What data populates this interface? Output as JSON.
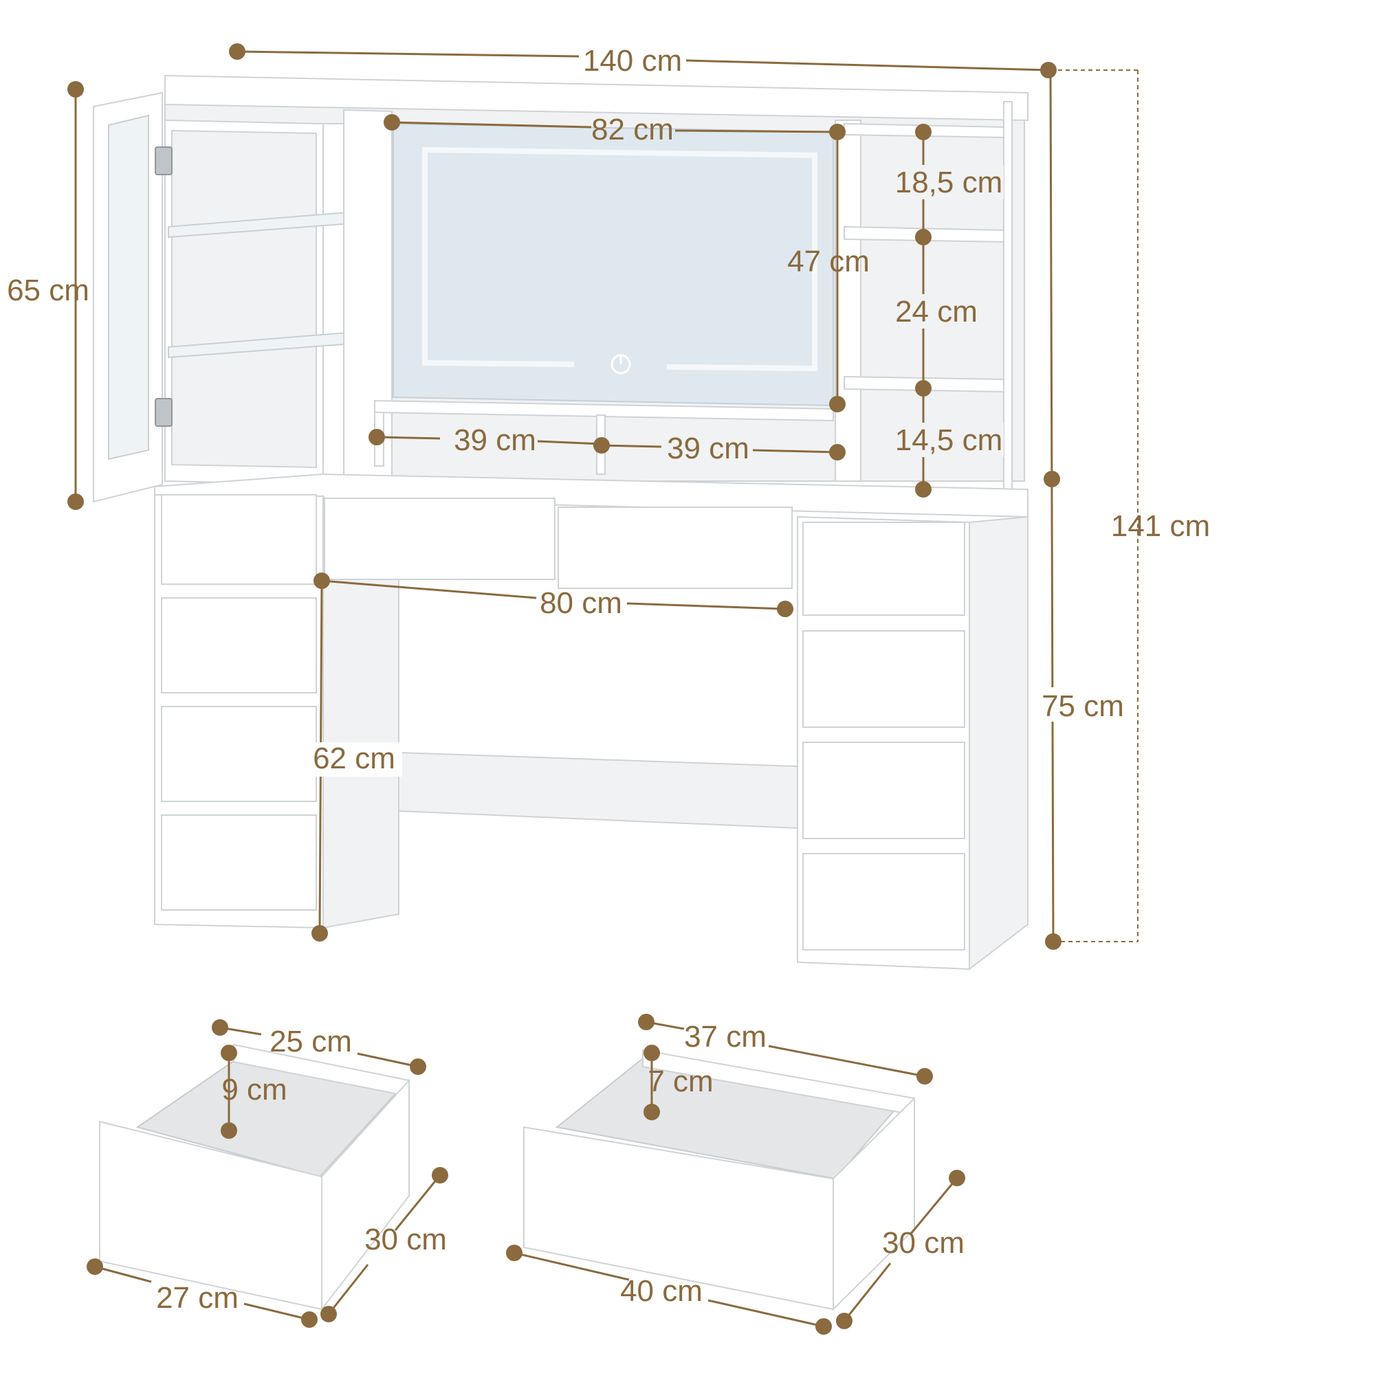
{
  "colors": {
    "dimension": "#8a6a3e",
    "furniture": "#ffffff",
    "mirror": "#dfe8ee",
    "mirror_light": "#f4f8fb"
  },
  "icons": {
    "mirror_touch": "power-touch-icon",
    "hinge": "hinge-icon"
  },
  "dimensions": {
    "total_width": "140 cm",
    "mirror_width": "82 cm",
    "hutch_height": "65 cm",
    "shelf_top": "18,5 cm",
    "mirror_height": "47 cm",
    "shelf_middle": "24 cm",
    "shelf_bottom": "14,5 cm",
    "compartment_left": "39 cm",
    "compartment_right": "39 cm",
    "total_height": "141 cm",
    "knee_width": "80 cm",
    "desk_height": "75 cm",
    "knee_height": "62 cm"
  },
  "small_drawer": {
    "depth": "25 cm",
    "height": "9 cm",
    "length": "30 cm",
    "width": "27 cm"
  },
  "large_drawer": {
    "depth": "37 cm",
    "height": "7 cm",
    "length": "30 cm",
    "width": "40 cm"
  }
}
